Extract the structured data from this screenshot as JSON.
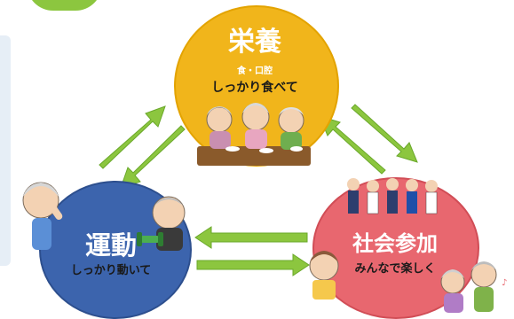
{
  "nodes": {
    "nutrition": {
      "title": "栄養",
      "subtitle": "食・口腔",
      "caption": "しっかり食べて",
      "color": "#f1b51b"
    },
    "exercise": {
      "title": "運動",
      "caption": "しっかり動いて",
      "color": "#3c64ad"
    },
    "social": {
      "title": "社会参加",
      "caption": "みんなで楽しく",
      "color": "#e8676f"
    }
  },
  "colors": {
    "arrow": "#8cc63f",
    "arrow_dark": "#6aa82a",
    "corner_tab": "#8cc63f",
    "left_bar": "#e6eef6"
  },
  "illustrations": {
    "nutrition": "elderly-people-eating-illustration",
    "exercise": "elderly-people-exercising-illustration",
    "social": "people-socializing-illustration"
  }
}
